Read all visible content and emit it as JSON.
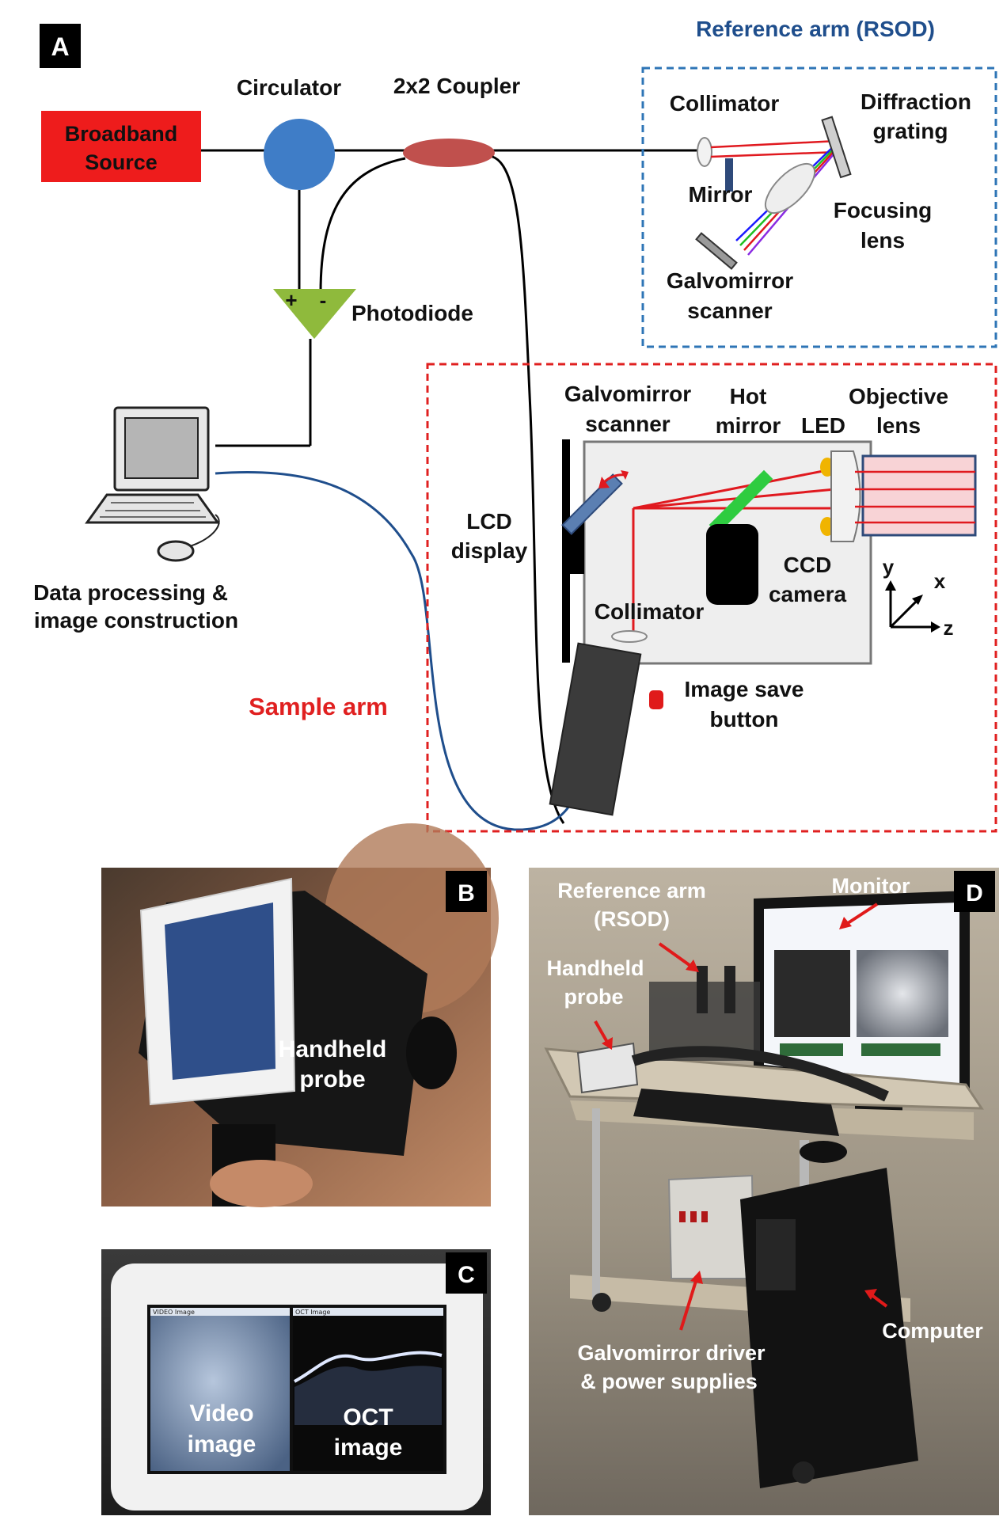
{
  "colors": {
    "source_red": "#ee1c1c",
    "circulator_blue": "#3f7dc7",
    "coupler_red": "#c0504d",
    "photodiode_green": "#8fba3c",
    "reference_box": "#2e75b6",
    "sample_box": "#e02020",
    "laser_red": "#e0191f",
    "hot_mirror_green": "#2ecc40",
    "led_yellow": "#f0b400",
    "fiber_blue": "#1f4e8c"
  },
  "panel_a": {
    "letter": "A",
    "reference_arm_title": "Reference arm (RSOD)",
    "broadband_source": [
      "Broadband",
      "Source"
    ],
    "circulator": "Circulator",
    "coupler": "2x2 Coupler",
    "ref_collimator": "Collimator",
    "diffraction_grating": [
      "Diffraction",
      "grating"
    ],
    "mirror": "Mirror",
    "focusing_lens": [
      "Focusing",
      "lens"
    ],
    "ref_galvo": [
      "Galvomirror",
      "scanner"
    ],
    "photodiode": "Photodiode",
    "plus": "+",
    "minus": "-",
    "computer_label": [
      "Data processing &",
      "image construction"
    ],
    "sample_galvo": [
      "Galvomirror",
      "scanner"
    ],
    "hot_mirror": [
      "Hot",
      "mirror"
    ],
    "led": "LED",
    "objective_lens": [
      "Objective",
      "lens"
    ],
    "lcd_display": [
      "LCD",
      "display"
    ],
    "ccd_camera": [
      "CCD",
      "camera"
    ],
    "sample_collimator": "Collimator",
    "axis_y": "y",
    "axis_x": "x",
    "axis_z": "z",
    "image_save_button": [
      "Image save",
      "button"
    ],
    "sample_arm": "Sample arm"
  },
  "panel_b": {
    "letter": "B",
    "handheld_probe": [
      "Handheld",
      "probe"
    ]
  },
  "panel_c": {
    "letter": "C",
    "screen_left_title": "VIDEO Image",
    "screen_right_title": "OCT Image",
    "video_image": [
      "Video",
      "image"
    ],
    "oct_image": [
      "OCT",
      "image"
    ]
  },
  "panel_d": {
    "letter": "D",
    "reference_arm": [
      "Reference arm",
      "(RSOD)"
    ],
    "monitor": "Monitor",
    "handheld_probe": [
      "Handheld",
      "probe"
    ],
    "galvo_driver": [
      "Galvomirror driver",
      "& power supplies"
    ],
    "computer": "Computer"
  }
}
